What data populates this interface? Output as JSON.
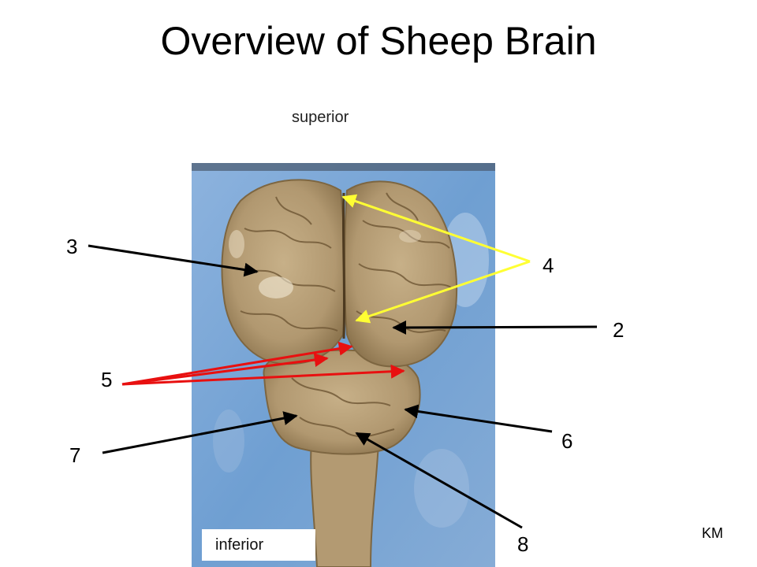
{
  "title": "Overview of Sheep Brain",
  "orientation": {
    "top": "superior",
    "bottom": "inferior"
  },
  "labels": [
    "3",
    "4",
    "2",
    "5",
    "6",
    "7",
    "8"
  ],
  "credit": "KM",
  "colors": {
    "black_arrows": "#000000",
    "yellow_arrows": "#ffff33",
    "red_arrows": "#e81010",
    "tray": "#7ea6d4"
  }
}
